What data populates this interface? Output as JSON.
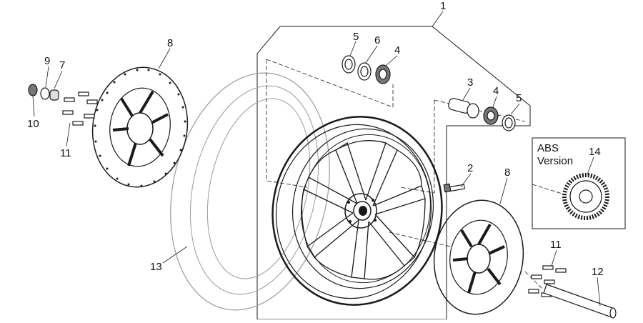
{
  "diagram": {
    "callouts": [
      {
        "id": "c1",
        "label": "1"
      },
      {
        "id": "c2",
        "label": "2"
      },
      {
        "id": "c3",
        "label": "3"
      },
      {
        "id": "c4a",
        "label": "4"
      },
      {
        "id": "c4b",
        "label": "4"
      },
      {
        "id": "c5a",
        "label": "5"
      },
      {
        "id": "c5b",
        "label": "5"
      },
      {
        "id": "c6",
        "label": "6"
      },
      {
        "id": "c7",
        "label": "7"
      },
      {
        "id": "c8a",
        "label": "8"
      },
      {
        "id": "c8b",
        "label": "8"
      },
      {
        "id": "c9",
        "label": "9"
      },
      {
        "id": "c10",
        "label": "10"
      },
      {
        "id": "c11a",
        "label": "11"
      },
      {
        "id": "c11b",
        "label": "11"
      },
      {
        "id": "c12",
        "label": "12"
      },
      {
        "id": "c13",
        "label": "13"
      },
      {
        "id": "c14",
        "label": "14"
      }
    ],
    "abs_box": {
      "line1": "ABS",
      "line2": "Version"
    },
    "colors": {
      "ink": "#1a1a1a",
      "tyre": "#9a9a9a",
      "background": "#ffffff"
    }
  }
}
